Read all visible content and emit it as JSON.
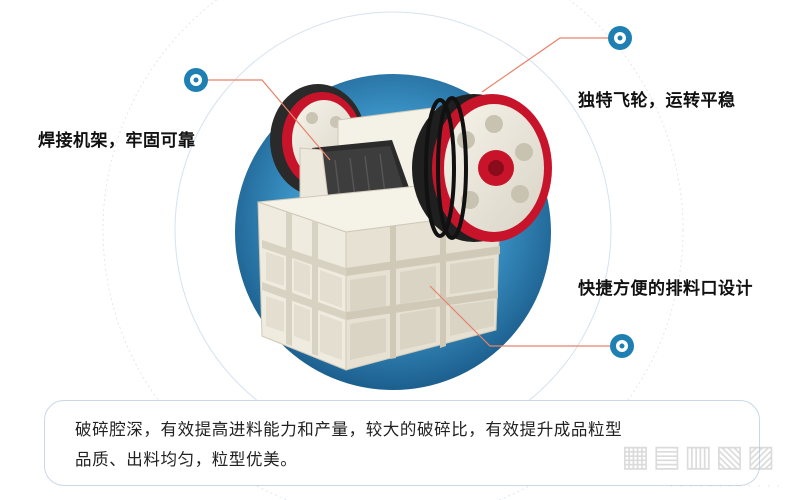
{
  "callouts": {
    "frame": "焊接机架，牢固可靠",
    "flywheel": "独特飞轮，运转平稳",
    "discharge": "快捷方便的排料口设计"
  },
  "description": {
    "line1": "破碎腔深，有效提高进料能力和产量，较大的破碎比，有效提升成品粒型",
    "line2": "品质、出料均匀，粒型优美。"
  },
  "colors": {
    "accent": "#1e7fb3",
    "leader": "#e8826a",
    "flywheel_rim": "#c8142a",
    "machine_body": "#f2efe4"
  }
}
